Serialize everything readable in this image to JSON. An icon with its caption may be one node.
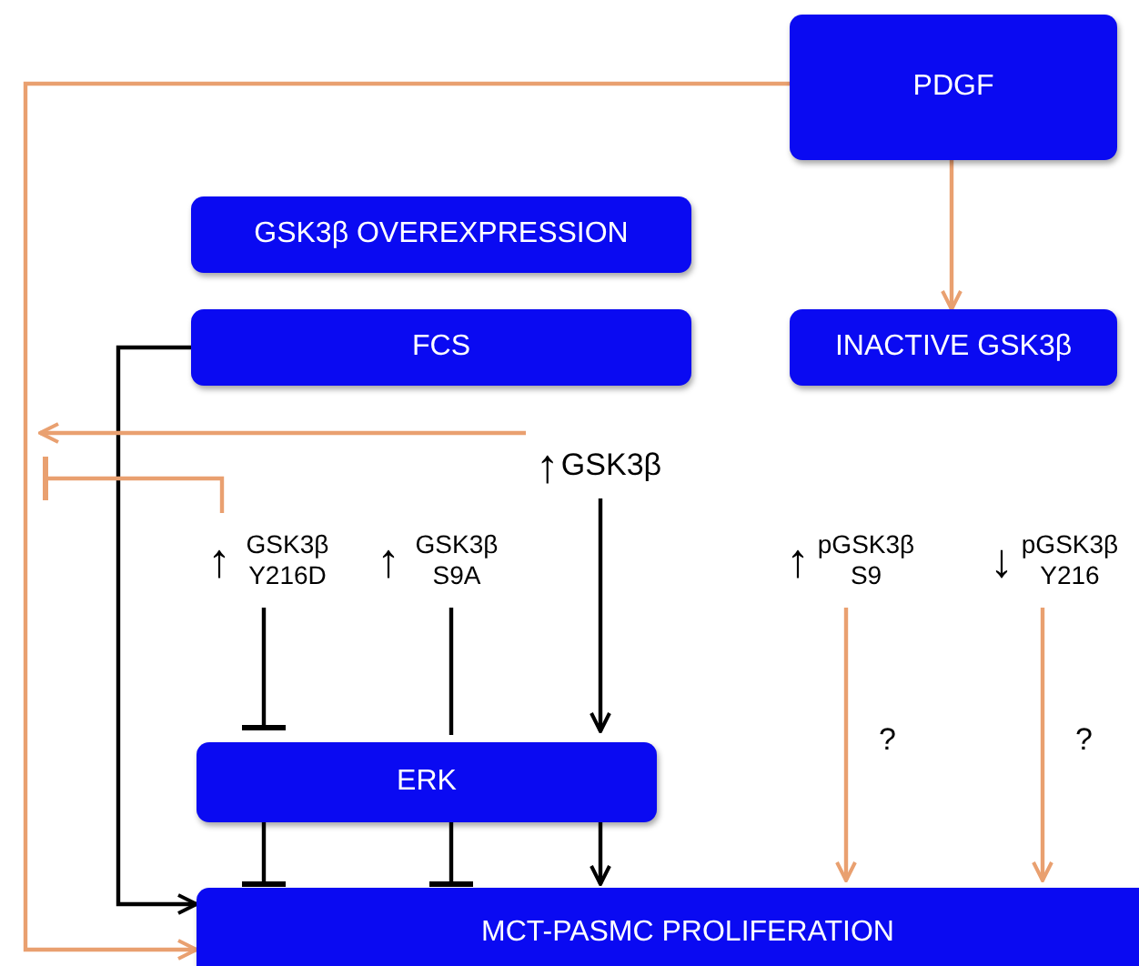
{
  "diagram": {
    "nodes": [
      {
        "text": [
          "PDGF"
        ]
      },
      {
        "text": [
          "GSK3β OVEREXPRESSION"
        ]
      },
      {
        "text": [
          "FCS"
        ]
      },
      {
        "text": [
          "INACTIVE GSK3β"
        ]
      },
      {
        "text": [
          "↑",
          "GSK3β"
        ]
      },
      {
        "text": [
          "↑",
          "GSK3β Y216D"
        ]
      },
      {
        "text": [
          "↑",
          "GSK3β S9A"
        ]
      },
      {
        "text": [
          "↑",
          "pGSK3β S9"
        ]
      },
      {
        "text": [
          "↓",
          "pGSK3β Y216"
        ]
      },
      {
        "text": [
          "ERK"
        ]
      },
      {
        "text": [
          "MCT-PASMC PROLIFERATION"
        ]
      }
    ],
    "edges": [
      {
        "from": 0,
        "to": 3,
        "arrow": "to",
        "color": "#e9a070"
      },
      {
        "from": 0,
        "to": 10,
        "arrow": "to",
        "color": "#e9a070"
      },
      {
        "from": 2,
        "to": 10,
        "arrow": "to"
      },
      {
        "from": 4,
        "to": null,
        "arrow": "to",
        "color": "#e9a070"
      },
      {
        "from": 5,
        "to": null,
        "arrow": "other",
        "color": "#e9a070"
      },
      {
        "from": 5,
        "to": 9,
        "arrow": "other"
      },
      {
        "from": 6,
        "to": 9,
        "arrow": "none"
      },
      {
        "from": 4,
        "to": 9,
        "arrow": "to"
      },
      {
        "from": 9,
        "to": 10,
        "arrow": "other"
      },
      {
        "from": 9,
        "to": 10,
        "arrow": "other"
      },
      {
        "from": 9,
        "to": 10,
        "arrow": "to"
      },
      {
        "from": 7,
        "to": 10,
        "arrow": "to",
        "label": "?",
        "color": "#e9a070"
      },
      {
        "from": 8,
        "to": 10,
        "arrow": "to",
        "label": "?",
        "color": "#e9a070"
      }
    ]
  }
}
